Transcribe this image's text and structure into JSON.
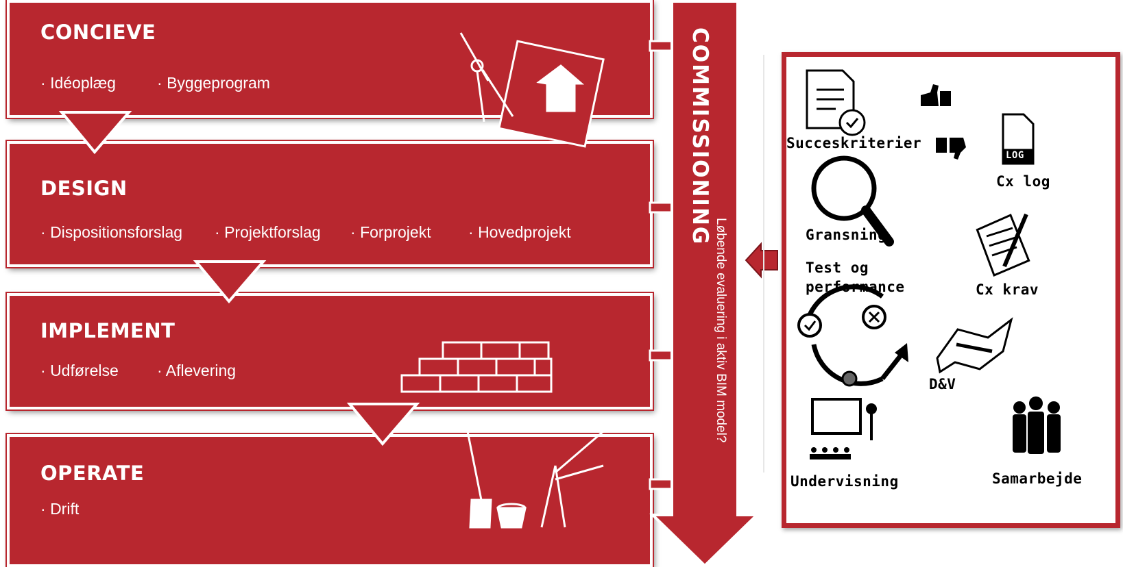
{
  "phases": [
    {
      "title": "CONCIEVE",
      "items": [
        "Idéoplæg",
        "Byggeprogram"
      ]
    },
    {
      "title": "DESIGN",
      "items": [
        "Dispositionsforslag",
        "Projektforslag",
        "Forprojekt",
        "Hovedprojekt"
      ]
    },
    {
      "title": "IMPLEMENT",
      "items": [
        "Udførelse",
        "Aflevering"
      ]
    },
    {
      "title": "OPERATE",
      "items": [
        "Drift"
      ]
    }
  ],
  "commissioning": {
    "title": "COMMISSIONING",
    "subtitle": "Løbende evaluering i aktiv BIM model?"
  },
  "toolbox": {
    "succeskriterier": "Succeskriterier",
    "cx_log": "Cx log",
    "gransning": "Gransning",
    "test_line1": "Test og",
    "test_line2": "performance",
    "cx_krav": "Cx krav",
    "dv": "D&V",
    "undervisning": "Undervisning",
    "samarbejde": "Samarbejde",
    "log_tag": "LOG"
  },
  "colors": {
    "accent": "#b8272f",
    "outline": "#ffffff"
  }
}
